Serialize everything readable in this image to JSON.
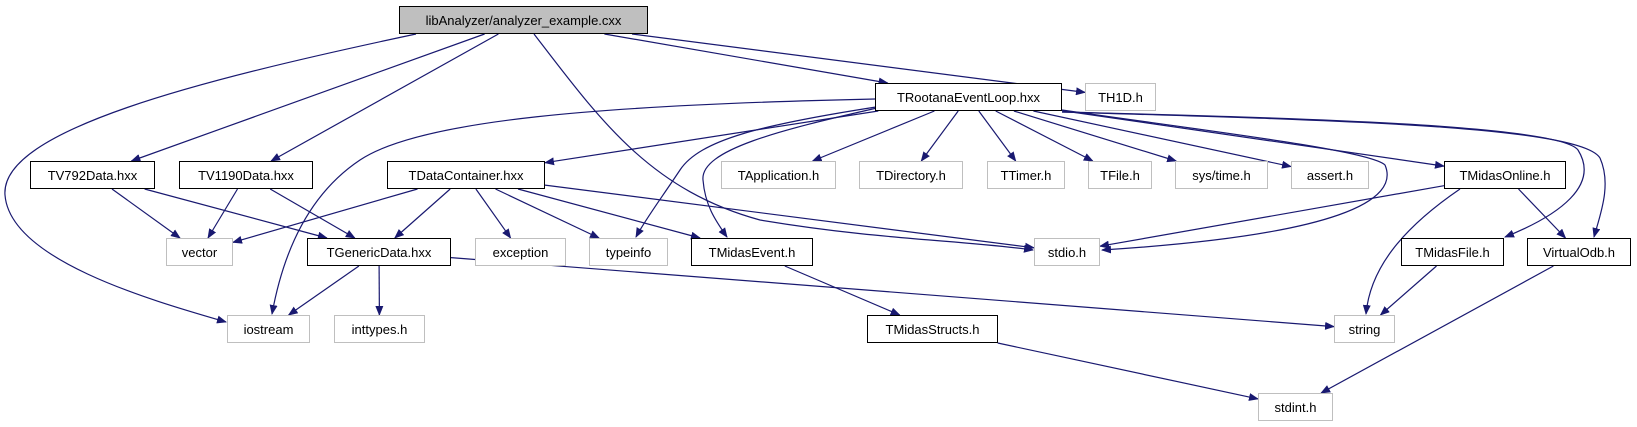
{
  "graph": {
    "edge_color": "#191970",
    "nodes": {
      "root": {
        "label": "libAnalyzer/analyzer_example.cxx",
        "kind": "root"
      },
      "trootana": {
        "label": "TRootanaEventLoop.hxx",
        "kind": "local"
      },
      "th1d": {
        "label": "TH1D.h",
        "kind": "system"
      },
      "tv792": {
        "label": "TV792Data.hxx",
        "kind": "local"
      },
      "tv1190": {
        "label": "TV1190Data.hxx",
        "kind": "local"
      },
      "tdatacontainer": {
        "label": "TDataContainer.hxx",
        "kind": "local"
      },
      "tapplication": {
        "label": "TApplication.h",
        "kind": "system"
      },
      "tdirectory": {
        "label": "TDirectory.h",
        "kind": "system"
      },
      "ttimer": {
        "label": "TTimer.h",
        "kind": "system"
      },
      "tfile": {
        "label": "TFile.h",
        "kind": "system"
      },
      "systime": {
        "label": "sys/time.h",
        "kind": "system"
      },
      "assert": {
        "label": "assert.h",
        "kind": "system"
      },
      "tmidasonline": {
        "label": "TMidasOnline.h",
        "kind": "local"
      },
      "vector": {
        "label": "vector",
        "kind": "system"
      },
      "tgenericdata": {
        "label": "TGenericData.hxx",
        "kind": "local"
      },
      "exception": {
        "label": "exception",
        "kind": "system"
      },
      "typeinfo": {
        "label": "typeinfo",
        "kind": "system"
      },
      "tmidasevent": {
        "label": "TMidasEvent.h",
        "kind": "local"
      },
      "stdio": {
        "label": "stdio.h",
        "kind": "system"
      },
      "tmidasfile": {
        "label": "TMidasFile.h",
        "kind": "local"
      },
      "virtualodb": {
        "label": "VirtualOdb.h",
        "kind": "local"
      },
      "iostream": {
        "label": "iostream",
        "kind": "system"
      },
      "inttypes": {
        "label": "inttypes.h",
        "kind": "system"
      },
      "tmidasstructs": {
        "label": "TMidasStructs.h",
        "kind": "local"
      },
      "string": {
        "label": "string",
        "kind": "system"
      },
      "stdint": {
        "label": "stdint.h",
        "kind": "system"
      }
    },
    "edges": [
      [
        "root",
        "iostream"
      ],
      [
        "root",
        "tv792"
      ],
      [
        "root",
        "tv1190"
      ],
      [
        "root",
        "stdio"
      ],
      [
        "root",
        "trootana"
      ],
      [
        "root",
        "th1d"
      ],
      [
        "trootana",
        "iostream"
      ],
      [
        "trootana",
        "tdatacontainer"
      ],
      [
        "trootana",
        "typeinfo"
      ],
      [
        "trootana",
        "tmidasevent"
      ],
      [
        "trootana",
        "tapplication"
      ],
      [
        "trootana",
        "tdirectory"
      ],
      [
        "trootana",
        "ttimer"
      ],
      [
        "trootana",
        "tfile"
      ],
      [
        "trootana",
        "systime"
      ],
      [
        "trootana",
        "assert"
      ],
      [
        "trootana",
        "stdio"
      ],
      [
        "trootana",
        "tmidasonline"
      ],
      [
        "trootana",
        "tmidasfile"
      ],
      [
        "trootana",
        "virtualodb"
      ],
      [
        "tv792",
        "vector"
      ],
      [
        "tv792",
        "tgenericdata"
      ],
      [
        "tv1190",
        "vector"
      ],
      [
        "tv1190",
        "tgenericdata"
      ],
      [
        "tdatacontainer",
        "vector"
      ],
      [
        "tdatacontainer",
        "tgenericdata"
      ],
      [
        "tdatacontainer",
        "exception"
      ],
      [
        "tdatacontainer",
        "typeinfo"
      ],
      [
        "tdatacontainer",
        "tmidasevent"
      ],
      [
        "tdatacontainer",
        "stdio"
      ],
      [
        "tgenericdata",
        "iostream"
      ],
      [
        "tgenericdata",
        "inttypes"
      ],
      [
        "tgenericdata",
        "string"
      ],
      [
        "tmidasevent",
        "tmidasstructs"
      ],
      [
        "tmidasonline",
        "stdio"
      ],
      [
        "tmidasonline",
        "string"
      ],
      [
        "tmidasonline",
        "virtualodb"
      ],
      [
        "tmidasfile",
        "string"
      ],
      [
        "virtualodb",
        "stdint"
      ],
      [
        "tmidasstructs",
        "stdint"
      ]
    ]
  }
}
